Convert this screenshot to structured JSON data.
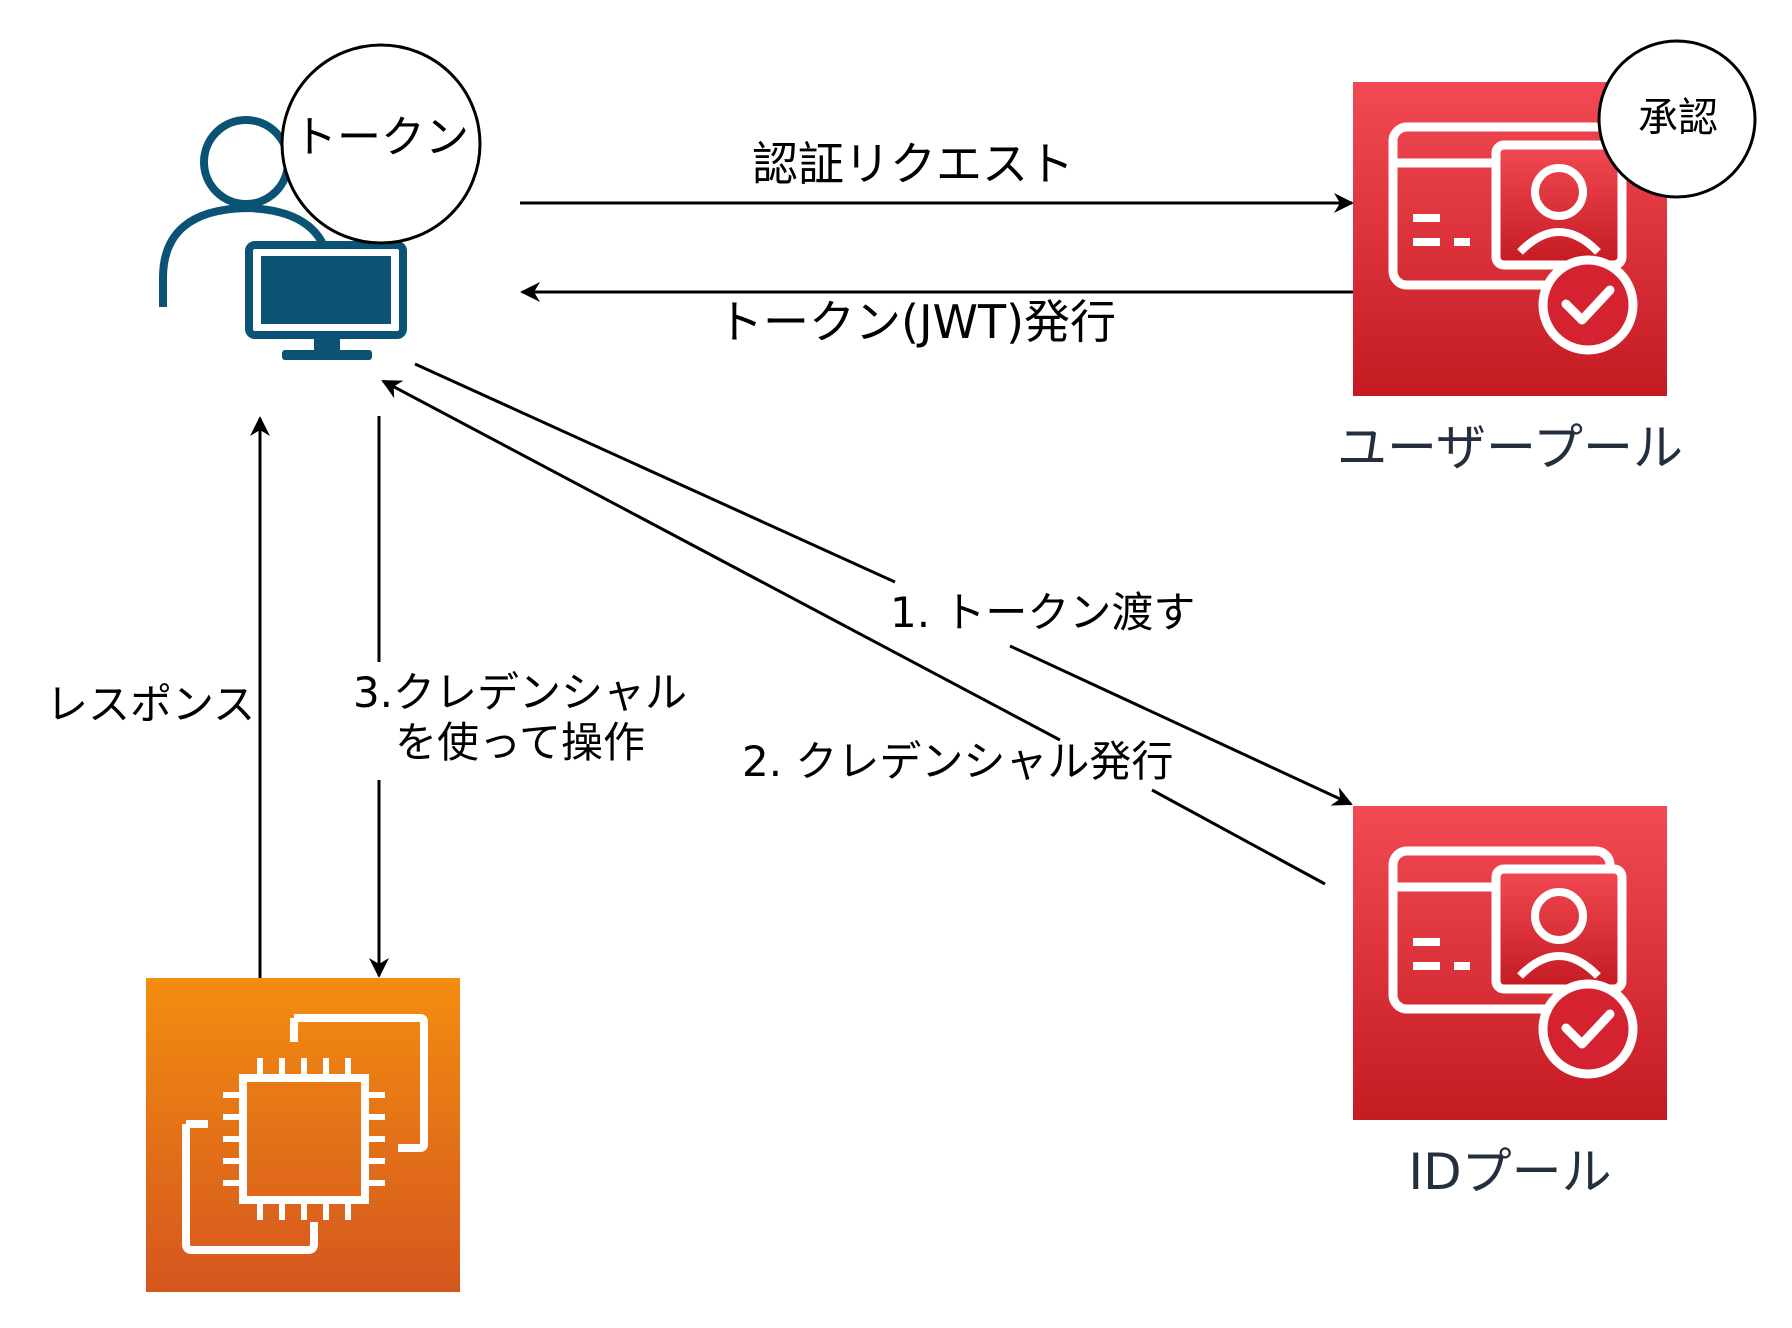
{
  "user": {
    "token_badge": "トークン",
    "icon": "user-computer-icon"
  },
  "user_pool": {
    "label": "ユーザープール",
    "badge": "承認",
    "icon": "identity-card-check-icon",
    "color": "#dd2c3a"
  },
  "id_pool": {
    "label": "IDプール",
    "icon": "identity-card-check-icon",
    "color": "#dd2c3a"
  },
  "ec2": {
    "icon": "ec2-chip-icon",
    "color": "#e7701d"
  },
  "arrows": {
    "auth_request": "認証リクエスト",
    "token_issue": "トークン(JWT)発行",
    "pass_token": "1. トークン渡す",
    "credential_issue": "2. クレデンシャル発行",
    "use_credential_line1": "3.クレデンシャル",
    "use_credential_line2": "を使って操作",
    "response": "レスポンス"
  },
  "colors": {
    "user_icon": "#0b5375",
    "line": "#000000"
  }
}
